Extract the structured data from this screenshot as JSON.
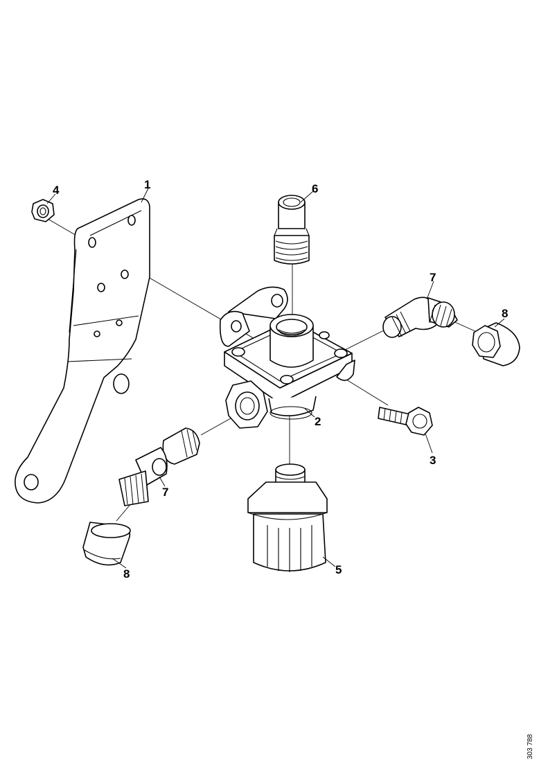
{
  "diagram": {
    "callouts": {
      "c1": "1",
      "c2": "2",
      "c3": "3",
      "c4": "4",
      "c5": "5",
      "c6": "6",
      "c7_right": "7",
      "c7_left": "7",
      "c8_right": "8",
      "c8_left": "8"
    },
    "drawing_number": "303 788"
  }
}
